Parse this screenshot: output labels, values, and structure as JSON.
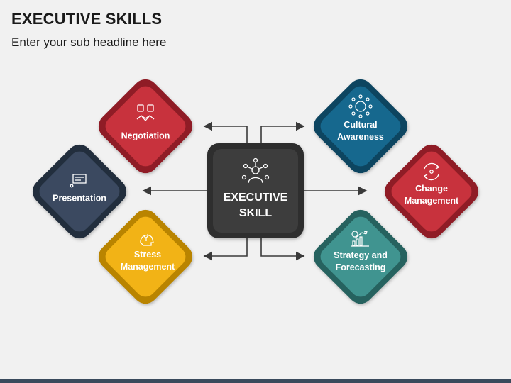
{
  "header": {
    "title": "EXECUTIVE SKILLS",
    "subtitle": "Enter your sub headline here"
  },
  "center": {
    "line1": "EXECUTIVE",
    "line2": "SKILL",
    "icon": "leader-network-icon",
    "color": "#3d3d3d"
  },
  "nodes": [
    {
      "id": "negotiation",
      "line1": "Negotiation",
      "line2": "",
      "icon": "handshake-icon",
      "color": "#c8323c",
      "border": "#8f1f27"
    },
    {
      "id": "presentation",
      "line1": "Presentation",
      "line2": "",
      "icon": "presentation-board-icon",
      "color": "#3b4a60",
      "border": "#222d3c"
    },
    {
      "id": "stress-management",
      "line1": "Stress",
      "line2": "Management",
      "icon": "head-plant-icon",
      "color": "#f2b315",
      "border": "#b98400"
    },
    {
      "id": "cultural-awareness",
      "line1": "Cultural",
      "line2": "Awareness",
      "icon": "people-circle-icon",
      "color": "#16688e",
      "border": "#0d4561"
    },
    {
      "id": "change-management",
      "line1": "Change",
      "line2": "Management",
      "icon": "change-cycle-icon",
      "color": "#c8323c",
      "border": "#8f1f27"
    },
    {
      "id": "strategy-and-forecasting",
      "line1": "Strategy and",
      "line2": "Forecasting",
      "icon": "growth-chart-icon",
      "color": "#3f9490",
      "border": "#28625f"
    }
  ],
  "colors": {
    "background": "#f1f1f1",
    "connector": "#3a3a3a",
    "bottom_bar": "#3a4a5c"
  }
}
